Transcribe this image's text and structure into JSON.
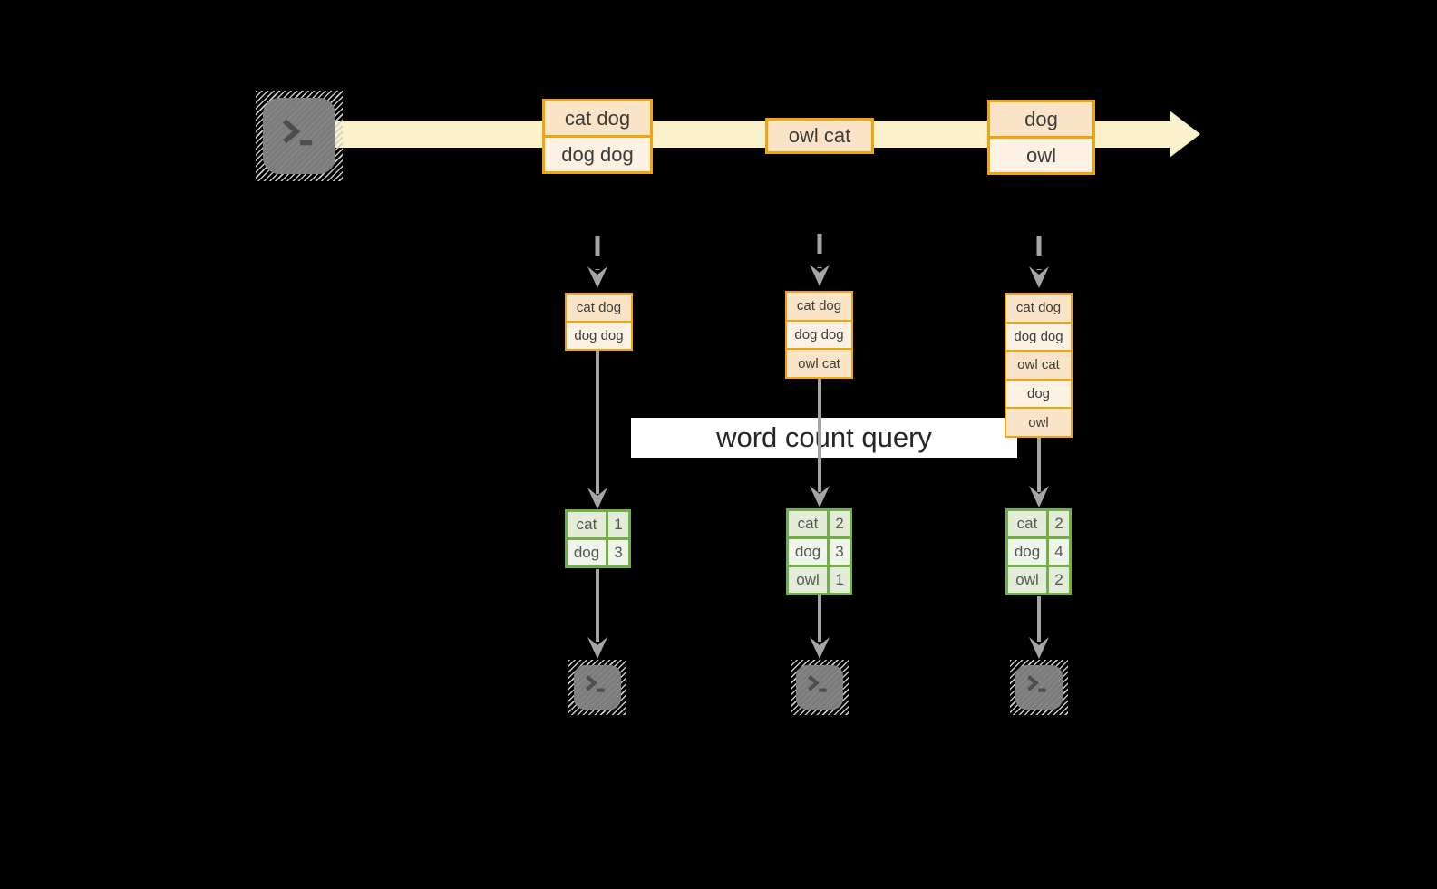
{
  "diagram": {
    "query_label": "word count query",
    "stream_batches": [
      {
        "records": [
          "cat dog",
          "dog dog"
        ]
      },
      {
        "records": [
          "owl cat"
        ]
      },
      {
        "records": [
          "dog",
          "owl"
        ]
      }
    ],
    "windows": [
      {
        "records": [
          "cat dog",
          "dog dog"
        ],
        "counts": [
          {
            "word": "cat",
            "count": "1"
          },
          {
            "word": "dog",
            "count": "3"
          }
        ]
      },
      {
        "records": [
          "cat dog",
          "dog dog",
          "owl cat"
        ],
        "counts": [
          {
            "word": "cat",
            "count": "2"
          },
          {
            "word": "dog",
            "count": "3"
          },
          {
            "word": "owl",
            "count": "1"
          }
        ]
      },
      {
        "records": [
          "cat dog",
          "dog dog",
          "owl cat",
          "dog",
          "owl"
        ],
        "counts": [
          {
            "word": "cat",
            "count": "2"
          },
          {
            "word": "dog",
            "count": "4"
          },
          {
            "word": "owl",
            "count": "2"
          }
        ]
      }
    ],
    "colors": {
      "background": "#000000",
      "stream_band": "#FAF1CD",
      "record_border": "#F1A40B",
      "record_fill_peach": "#FAE3C6",
      "record_fill_cream": "#FCF1E2",
      "table_border": "#73AE4B",
      "table_fill_a": "#E2ECD7",
      "table_fill_b": "#EFF5EB",
      "connector_gray": "#A5A5A5",
      "terminal_gray": "#7C7C7C",
      "query_band": "#FFFFFF"
    }
  }
}
